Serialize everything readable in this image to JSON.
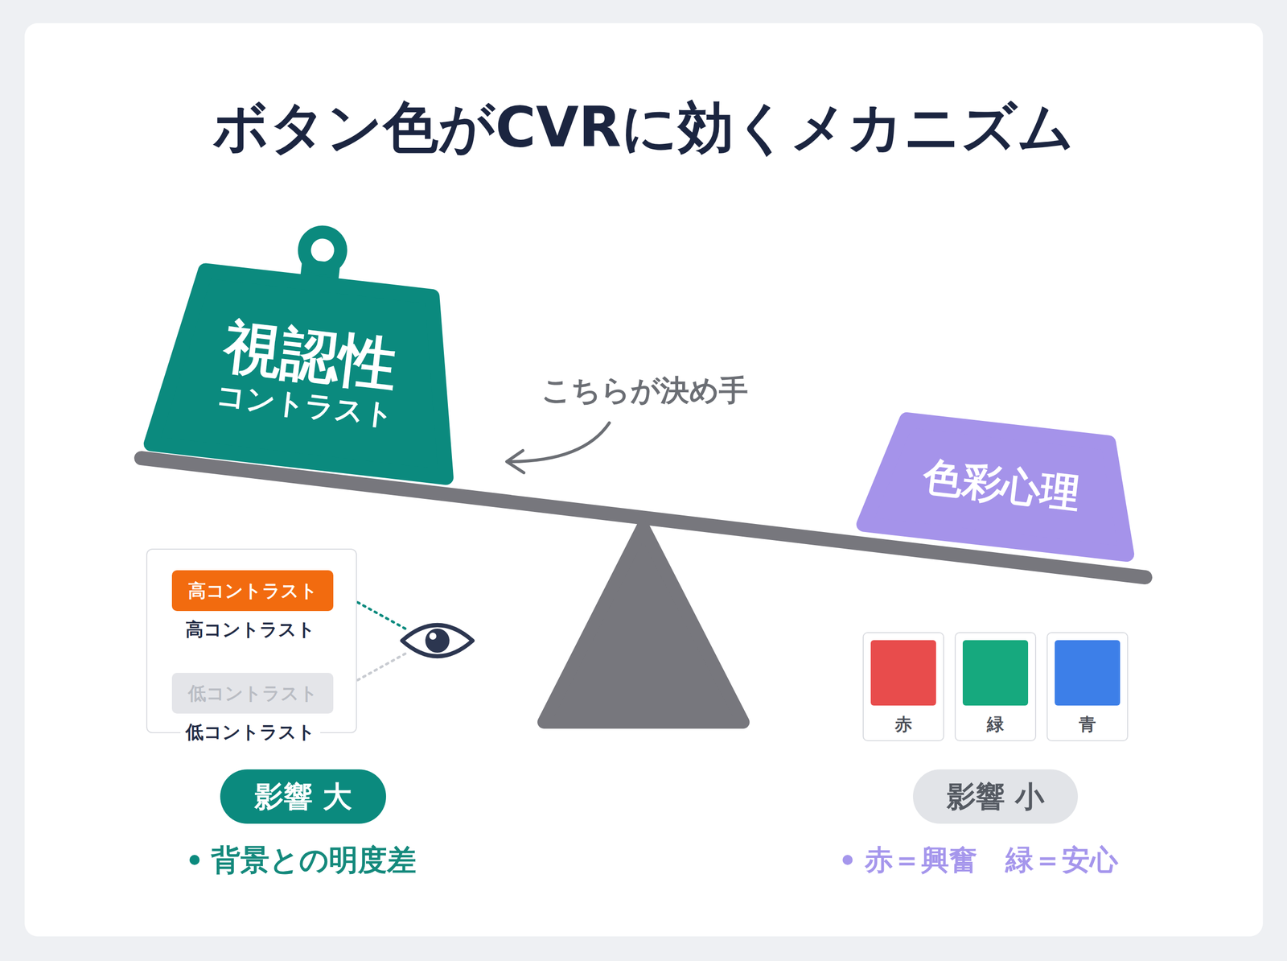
{
  "diagram": {
    "title": "ボタン色がCVRに効くメカニズム",
    "nodes": [
      {
        "text": [
          "視認性",
          "コントラスト"
        ]
      },
      {
        "text": [
          "色彩心理"
        ]
      },
      {
        "text": []
      },
      {
        "text": [
          "高コントラスト"
        ],
        "in": 2
      },
      {
        "text": [
          "低コントラスト"
        ],
        "in": 2
      },
      {
        "text": [
          "影響 大"
        ]
      },
      {
        "text": [
          "赤"
        ]
      },
      {
        "text": [
          "緑"
        ]
      },
      {
        "text": [
          "青"
        ]
      },
      {
        "text": [
          "影響 小"
        ]
      }
    ],
    "labels": [
      "こちらが決め手",
      "高コントラスト",
      "低コントラスト",
      "背景との明度差",
      "赤＝興奮　緑＝安心"
    ]
  }
}
